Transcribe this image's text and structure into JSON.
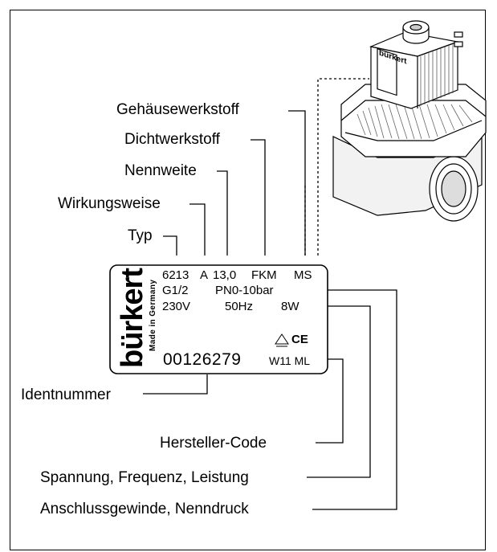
{
  "labels": {
    "gehaeusewerkstoff": "Gehäusewerkstoff",
    "dichtwerkstoff": "Dichtwerkstoff",
    "nennweite": "Nennweite",
    "wirkungsweise": "Wirkungsweise",
    "typ": "Typ",
    "identnummer": "Identnummer",
    "hersteller_code": "Hersteller-Code",
    "spannung": "Spannung, Frequenz, Leistung",
    "anschluss": "Anschlussgewinde, Nenndruck"
  },
  "plate": {
    "brand": "bürkert",
    "brand_sub": "Made in Germany",
    "row1": {
      "typ": "6213",
      "wirkung": "A",
      "nennweite": "13,0",
      "dicht": "FKM",
      "gehaeuse": "MS"
    },
    "row2": {
      "gewinde": "G1/2",
      "druck": "PN0-10bar"
    },
    "row3": {
      "spannung": "230V",
      "frequenz": "50Hz",
      "leistung": "8W"
    },
    "ident": "00126279",
    "code": "W11 ML",
    "ce": "CE"
  },
  "valve": {
    "coil_brand": "bürkert"
  }
}
